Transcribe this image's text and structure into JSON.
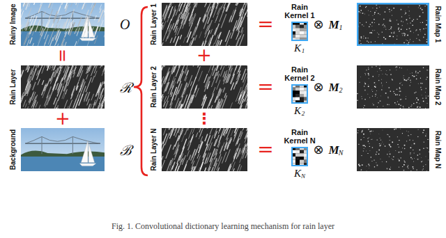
{
  "diagram": {
    "caption": "Fig. 1. Convolutional dictionary learning mechanism for rain layer",
    "nodes": [
      {
        "text": [
          "Rainy Image",
          "O"
        ]
      },
      {
        "text": [
          "Rain Layer",
          "ℛ"
        ]
      },
      {
        "text": [
          "Background",
          "ℬ"
        ]
      },
      {
        "text": [
          "Rain Layer 1"
        ]
      },
      {
        "text": [
          "Rain Layer 2"
        ]
      },
      {
        "text": [
          "Rain Layer N"
        ]
      },
      {
        "text": [
          "Rain Kernel 1"
        ]
      },
      {
        "text": [
          "Rain Kernel 2"
        ]
      },
      {
        "text": [
          "Rain Kernel N"
        ]
      },
      {
        "text": [
          "Rain Map 1"
        ]
      },
      {
        "text": [
          "Rain Map 2"
        ]
      },
      {
        "text": [
          "Rain Map N"
        ]
      }
    ],
    "labels": [
      "=",
      "+",
      "+",
      "⋮",
      "=",
      "K",
      "1",
      "⊗",
      "M",
      "1",
      "=",
      "K",
      "2",
      "⊗",
      "M",
      "2",
      "=",
      "K",
      "N",
      "⊗",
      "M",
      "N"
    ]
  }
}
